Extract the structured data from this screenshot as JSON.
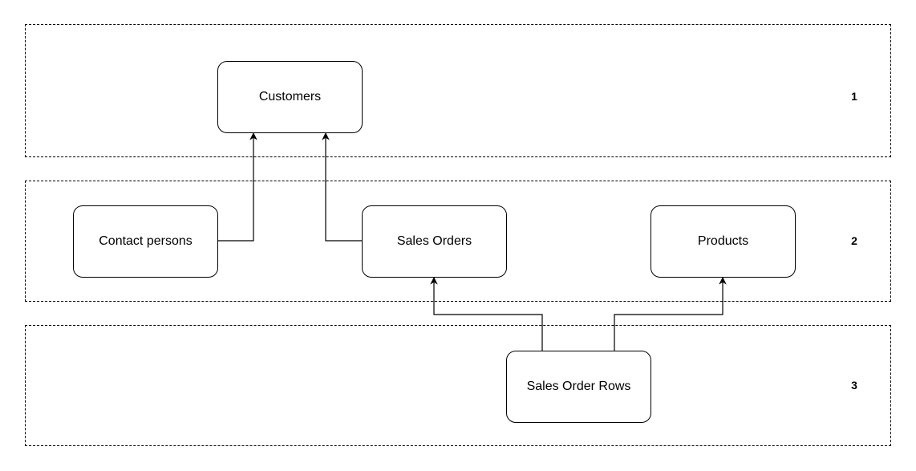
{
  "layers": [
    {
      "id": "layer-1",
      "number": "1"
    },
    {
      "id": "layer-2",
      "number": "2"
    },
    {
      "id": "layer-3",
      "number": "3"
    }
  ],
  "entities": {
    "customers": {
      "label": "Customers"
    },
    "contact_persons": {
      "label": "Contact persons"
    },
    "sales_orders": {
      "label": "Sales Orders"
    },
    "products": {
      "label": "Products"
    },
    "sales_order_rows": {
      "label": "Sales Order Rows"
    }
  },
  "relations": [
    {
      "from": "contact_persons",
      "to": "customers"
    },
    {
      "from": "sales_orders",
      "to": "customers"
    },
    {
      "from": "sales_order_rows",
      "to": "sales_orders"
    },
    {
      "from": "sales_order_rows",
      "to": "products"
    }
  ],
  "colors": {
    "stroke": "#000000",
    "background": "#ffffff"
  }
}
